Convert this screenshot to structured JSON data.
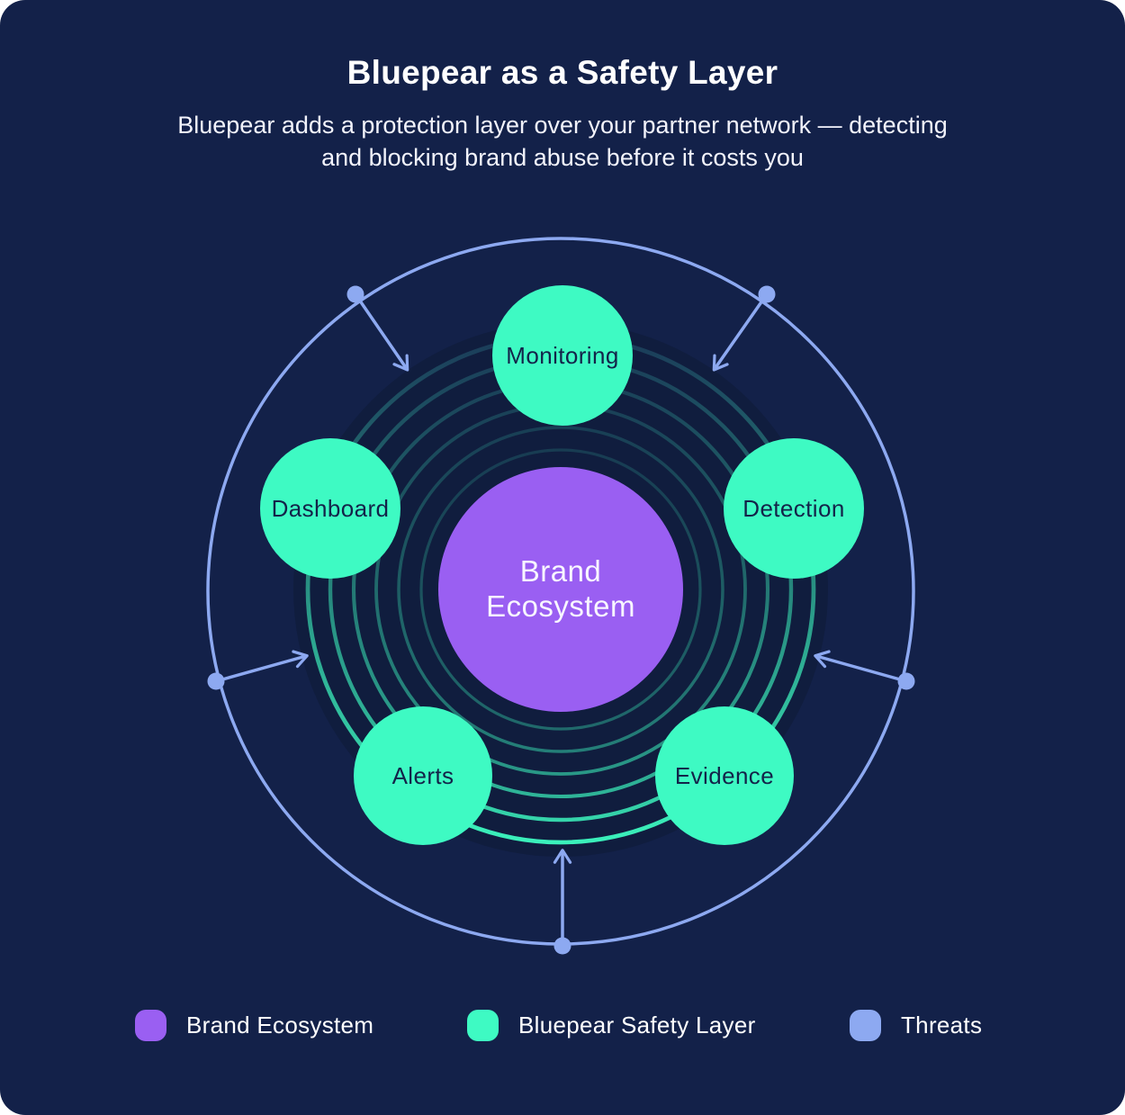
{
  "header": {
    "title": "Bluepear as a Safety Layer",
    "subtitle": "Bluepear adds a protection layer over your partner network — detecting and blocking brand abuse before it costs you"
  },
  "diagram": {
    "center": {
      "label": "Brand Ecosystem",
      "lines": [
        "Brand",
        "Ecosystem"
      ]
    },
    "nodes": [
      {
        "label": "Monitoring"
      },
      {
        "label": "Dashboard"
      },
      {
        "label": "Detection"
      },
      {
        "label": "Alerts"
      },
      {
        "label": "Evidence"
      }
    ],
    "threat_arrows_count": 5,
    "safety_rings_count": 6
  },
  "legend": {
    "items": [
      {
        "label": "Brand Ecosystem",
        "color": "#9A5FF2"
      },
      {
        "label": "Bluepear Safety Layer",
        "color": "#3EFAC3"
      },
      {
        "label": "Threats",
        "color": "#8DA9F1"
      }
    ]
  },
  "colors": {
    "background": "#132149",
    "brand_ecosystem": "#9A5FF2",
    "safety_layer": "#3EFAC3",
    "threats": "#8DA9F1",
    "title_text": "#FFFFFF",
    "node_text": "#132349"
  }
}
